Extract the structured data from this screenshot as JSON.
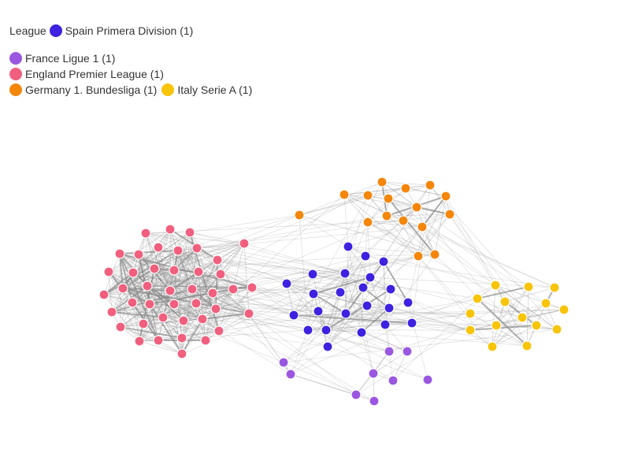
{
  "legend": {
    "title": "League",
    "items": [
      {
        "id": "spain",
        "label": "Spain Primera Division (1)",
        "color": "#3d22e0"
      },
      {
        "id": "france",
        "label": "France Ligue 1 (1)",
        "color": "#9a57e0"
      },
      {
        "id": "england",
        "label": "England Premier League (1)",
        "color": "#f0607e"
      },
      {
        "id": "germany",
        "label": "Germany 1. Bundesliga (1)",
        "color": "#f4860c"
      },
      {
        "id": "italy",
        "label": "Italy Serie A (1)",
        "color": "#f7c40a"
      }
    ]
  },
  "colors": {
    "edge": "#888888",
    "node_stroke": "#ffffff",
    "background": "#ffffff"
  }
}
